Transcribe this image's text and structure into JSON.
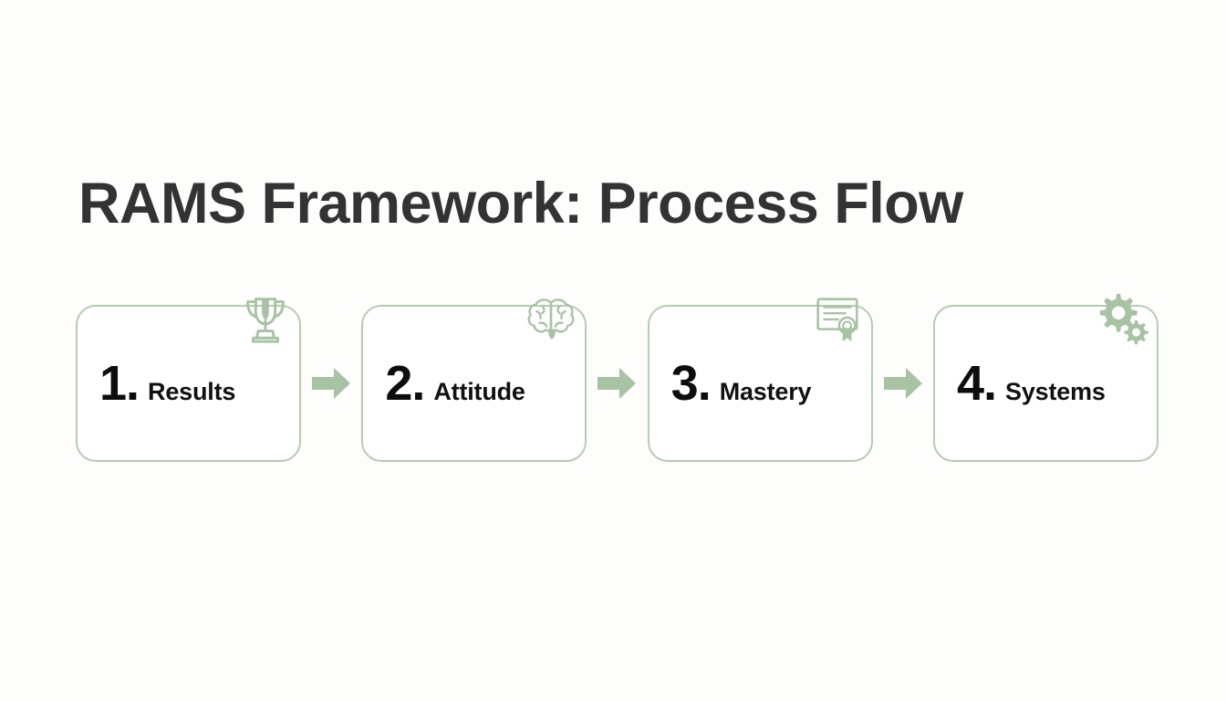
{
  "slide": {
    "title": "RAMS Framework: Process Flow",
    "background_color": "#fdfdfc",
    "title_color": "#333333",
    "accent_color": "#b4ccb0",
    "arrow_color": "#a8c2a4",
    "number_color": "#0d0d0d",
    "label_color": "#111111"
  },
  "flow": {
    "steps": [
      {
        "number": "1.",
        "label": "Results",
        "icon": "trophy-icon"
      },
      {
        "number": "2.",
        "label": "Attitude",
        "icon": "brain-icon"
      },
      {
        "number": "3.",
        "label": "Mastery",
        "icon": "certificate-icon"
      },
      {
        "number": "4.",
        "label": "Systems",
        "icon": "gears-icon"
      }
    ],
    "connectors": [
      {
        "icon": "arrow-right-icon"
      },
      {
        "icon": "arrow-right-icon"
      },
      {
        "icon": "arrow-right-icon"
      }
    ]
  }
}
